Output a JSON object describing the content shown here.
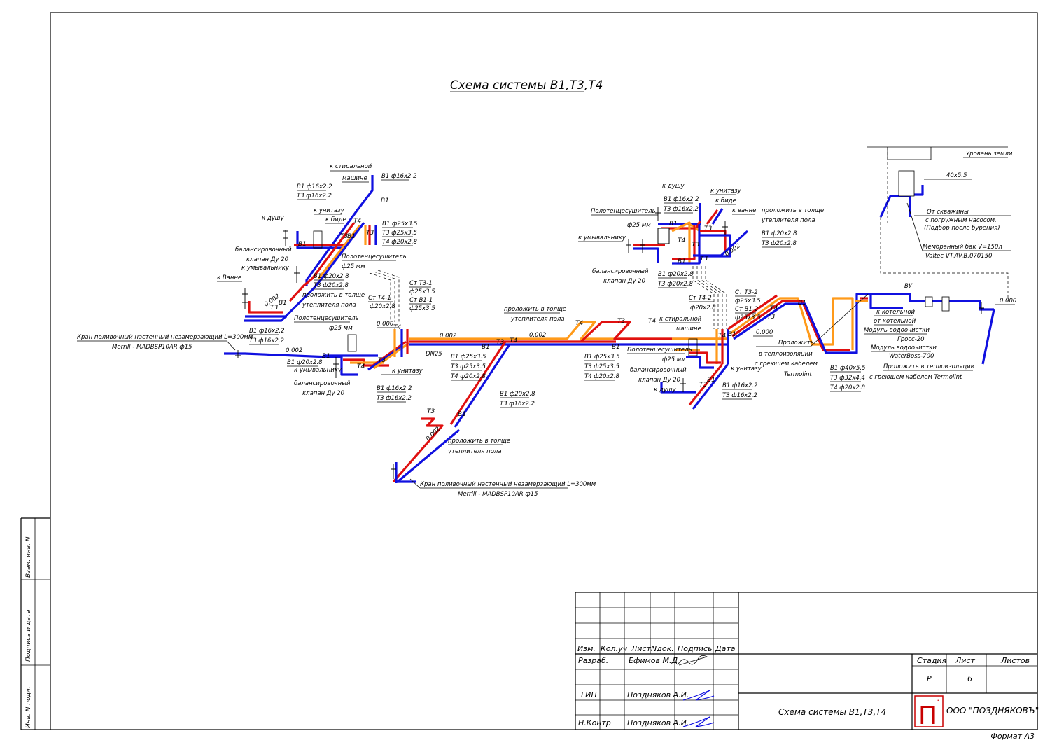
{
  "title": "Схема системы В1,Т3,Т4",
  "format": "Формат А3",
  "side_stamp": {
    "vzam": "Взам. инв. N",
    "podpis": "Подпись и дата",
    "inv": "Инв. N подл."
  },
  "title_block": {
    "header": {
      "izm": "Изм.",
      "kol": "Кол.уч",
      "list": "Лист",
      "ndok": "Nдок.",
      "podpis": "Подпись",
      "data": "Дата"
    },
    "rows": [
      {
        "role": "Разраб.",
        "name": "Ефимов М.Д"
      },
      {
        "role": "ГИП",
        "name": "Поздняков А.И."
      },
      {
        "role": "Н.Контр",
        "name": "Поздняков А.И."
      }
    ],
    "stage_header": {
      "stage": "Стадия",
      "sheet": "Лист",
      "sheets": "Листов"
    },
    "stage": "Р",
    "sheet": "6",
    "sheet_title": "Схема системы В1,Т3,Т4",
    "company": "ООО \"ПОЗДНЯКОВЪ\"",
    "logo_letter": "П",
    "logo_sup": "з"
  },
  "legend_colors": {
    "B1": "#1010e0",
    "T3": "#e01010",
    "T4": "#ff9a1a"
  },
  "labels": {
    "washer1": [
      "к стиральной",
      "машине"
    ],
    "b1_16_top": "В1 ф16х2.2",
    "spec_top_left": [
      "В1 ф16х2.2",
      "Т3 ф16х2.2"
    ],
    "k_dushu": "к душу",
    "k_unitazu": "к унитазу",
    "k_bide": "к биде",
    "spec_25": [
      "В1 ф25х3.5",
      "Т3 ф25х3.5",
      "Т4 ф20х2.8"
    ],
    "bal_valve_1": [
      "балансировочный",
      "клапан Ду 20"
    ],
    "k_umyv_1": "к умывальнику",
    "polot_1": [
      "Полотенцесушитель",
      "ф25 мм"
    ],
    "k_vanne_1": "к Ванне",
    "spec_20_a": [
      "В1 ф20х2.8",
      "Т3 ф20х2.8"
    ],
    "prolozh_1": [
      "проложить в толще",
      "утеплителя пола"
    ],
    "slope_a": "0.002",
    "spec_16_b": [
      "В1 ф16х2.2",
      "Т3 ф16х2.2"
    ],
    "kran_1": [
      "Кран поливочный настенный незамерзающий L=300мм",
      "Merrill  - MADBSP10AR ф15"
    ],
    "slope_b": "0.002",
    "b1_20": "В1 ф20х2.8",
    "polot_2": [
      "Полотенцесушитель",
      "ф25 мм"
    ],
    "k_umyv_2": "к умывальнику",
    "bal_valve_2": [
      "балансировочный",
      "клапан Ду 20"
    ],
    "st_t4_1": [
      "Ст Т4-1",
      "ф20х2.8"
    ],
    "st_t3_1": [
      "Ст Т3-1",
      "ф25х3.5",
      "Ст В1-1",
      "ф25х3.5"
    ],
    "lvl_000_a": "0.000",
    "slope_c": "0.002",
    "dn25": "DN25",
    "k_unitazu_2": "к унитазу",
    "spec_16_c": [
      "В1 ф16х2.2",
      "Т3 ф16х2.2"
    ],
    "spec_25_b": [
      "В1 ф25х3.5",
      "Т3 ф25х3.5",
      "Т4 ф20х2.8"
    ],
    "prolozh_2": [
      "проложить в толще",
      "утеплителя пола"
    ],
    "slope_d": "0.002",
    "spec_20_b": [
      "В1 ф20х2.8",
      "Т3 ф16х2.2"
    ],
    "slope_e": "0.002",
    "prolozh_3": [
      "проложить в толще",
      "утеплителя пола"
    ],
    "kran_2": [
      "Кран поливочный настенный незамерзающий L=300мм",
      "Merrill  - MADBSP10AR ф15"
    ],
    "spec_25_c": [
      "В1 ф25х3.5",
      "Т3 ф25х3.5",
      "Т4 ф20х2.8"
    ],
    "polot_3": [
      "Полотенцесушитель",
      "ф25 мм"
    ],
    "bal_valve_3": [
      "балансировочный",
      "клапан Ду 20"
    ],
    "k_dushu_3": "к душу",
    "spec_16_d": [
      "В1 ф16х2.2",
      "Т3 ф16х2.2"
    ],
    "k_unitazu_3": "к унитазу",
    "washer2": [
      "к стиральной",
      "машине"
    ],
    "st_t4_2": [
      "Ст Т4-2",
      "ф20х2.8"
    ],
    "st_t3_2": [
      "Ст Т3-2",
      "ф25х3.5",
      "Ст В1-2",
      "ф25х3.5"
    ],
    "lvl_000_b": "0.000",
    "prolozh_heat": [
      "Проложить",
      "в теплоизоляции",
      "с греющем кабелем",
      "Termolint"
    ],
    "spec_40": [
      "В1 ф40х5.5",
      "Т3 ф32х4.4",
      "Т4 ф20х2.8"
    ],
    "k_dushu_4": "к душу",
    "spec_16_e": [
      "В1 ф16х2.2",
      "Т3 ф16х2.2"
    ],
    "k_unitazu_4": "к унитазу",
    "k_bide_4": "к биде",
    "k_vanne_4": "к ванне",
    "polot_4": [
      "Полотенцесушитель",
      "ф25 мм"
    ],
    "k_umyv_4": "к умывальнику",
    "prolozh_4": [
      "проложить в толще",
      "утеплителя пола"
    ],
    "spec_20_c": [
      "В1 ф20х2.8",
      "Т3 ф20х2.8"
    ],
    "bal_valve_4": [
      "балансировочный",
      "клапан Ду 20"
    ],
    "spec_20_d": [
      "В1 ф20х2.8",
      "Т3 ф20х2.8"
    ],
    "slope_f": "0.002",
    "ground": "Уровень земли",
    "pipe_40": "40х5.5",
    "well": [
      "От скважины",
      "с погружным насосом.",
      "(Подбор после бурения)"
    ],
    "tank": [
      "Мембранный бак V=150л",
      "Valtec VT.AV.B.070150"
    ],
    "vu": "ВУ",
    "k_kotel": "к котельной",
    "ot_kotel": "от котельной",
    "module_1": [
      "Модуль водоочистки",
      "Гросс-20"
    ],
    "module_2": [
      "Модуль водоочистки",
      "WaterBoss-700"
    ],
    "prolozh_heat_2": [
      "Проложить в теплоизоляции",
      "с греющем кабелем Termolint"
    ],
    "lvl_000_c": "0.000",
    "tag_b1": "В1",
    "tag_t3": "Т3",
    "tag_t4": "Т4"
  }
}
